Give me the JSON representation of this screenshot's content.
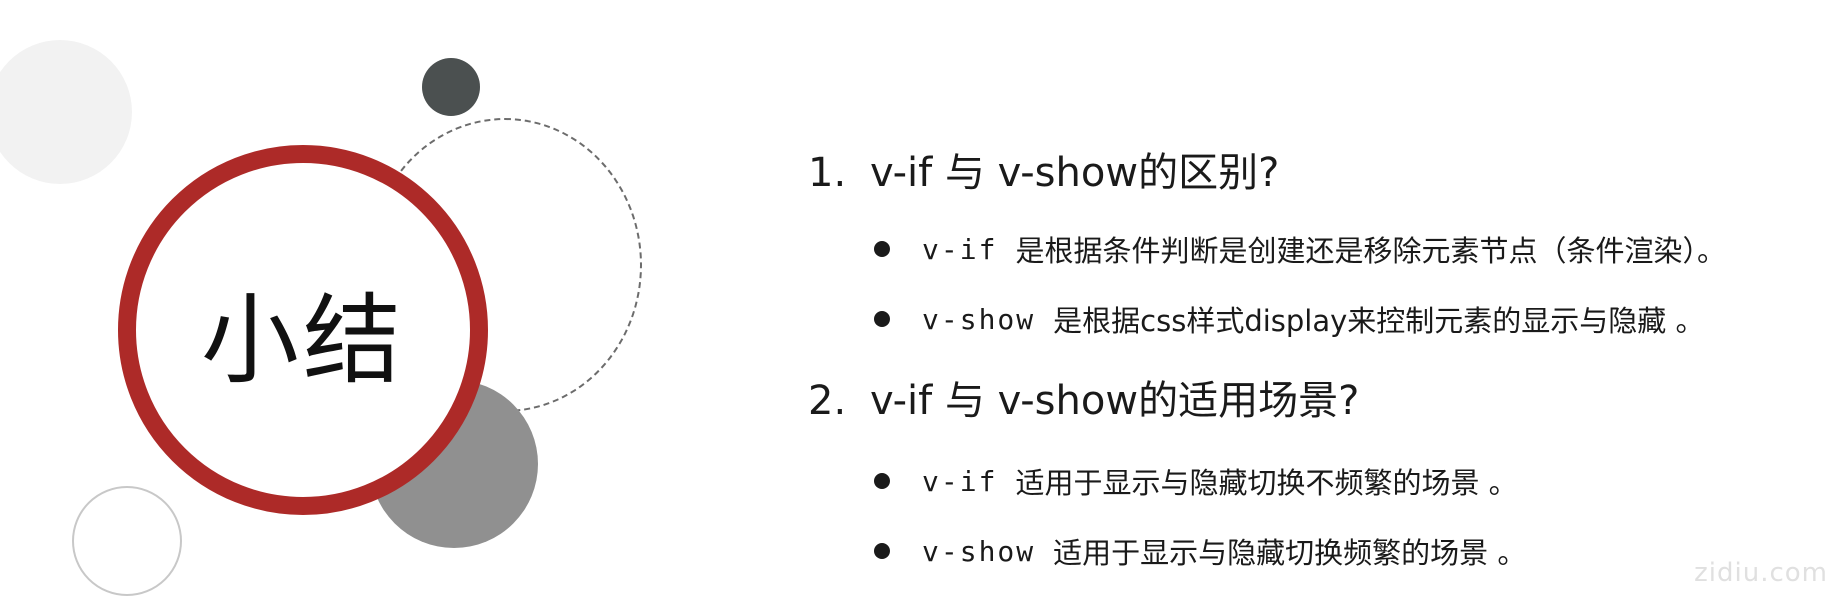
{
  "slide": {
    "title": "小结",
    "sections": [
      {
        "number": "1.",
        "heading": "v-if  与 v-show的区别?",
        "bullets": [
          {
            "code": "v-if",
            "text": "是根据条件判断是创建还是移除元素节点（条件渲染）。"
          },
          {
            "code": "v-show",
            "text": "是根据css样式display来控制元素的显示与隐藏 。"
          }
        ]
      },
      {
        "number": "2.",
        "heading": "v-if 与 v-show的适用场景?",
        "bullets": [
          {
            "code": "v-if",
            "text": "适用于显示与隐藏切换不频繁的场景 。"
          },
          {
            "code": "v-show",
            "text": "适用于显示与隐藏切换频繁的场景 。"
          }
        ]
      }
    ],
    "watermark": "zidiu.com"
  },
  "colors": {
    "accent_ring": "#ad2a28",
    "dark_circle": "#4b5050",
    "gray_circle": "#909090",
    "text": "#1a1a1a"
  }
}
